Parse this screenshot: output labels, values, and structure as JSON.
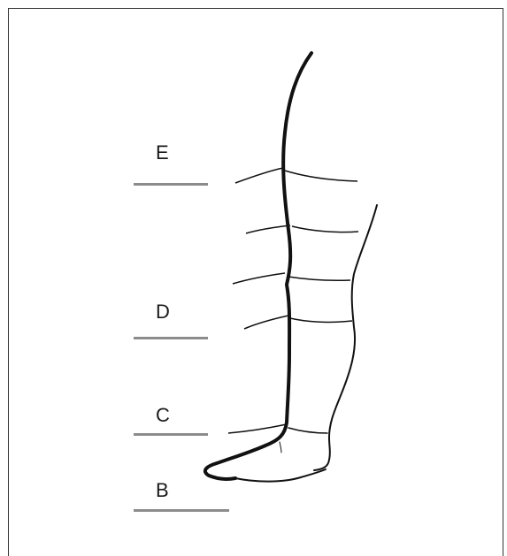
{
  "levels": [
    {
      "id": "E",
      "label": "E"
    },
    {
      "id": "D",
      "label": "D"
    },
    {
      "id": "C",
      "label": "C"
    },
    {
      "id": "B",
      "label": "B"
    }
  ]
}
